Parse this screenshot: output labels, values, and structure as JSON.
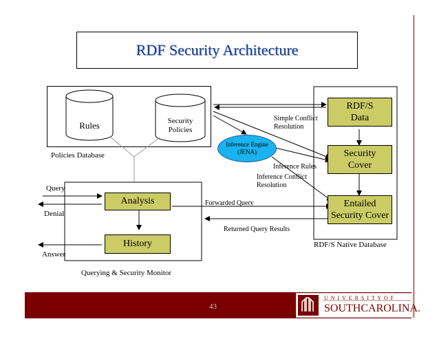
{
  "title": "RDF Security Architecture",
  "policies": {
    "rules_label": "Rules",
    "security_policies_line1": "Security",
    "security_policies_line2": "Policies",
    "database_label": "Policies Database"
  },
  "monitor": {
    "analysis_label": "Analysis",
    "history_label": "History",
    "caption": "Querying & Security Monitor",
    "query_label": "Query",
    "denial_label": "Denial",
    "answer_label": "Answer"
  },
  "inference_engine": {
    "line1": "Inference Engine",
    "line2": "(JENA)"
  },
  "rdf_db": {
    "rdfs_data_line1": "RDF/S",
    "rdfs_data_line2": "Data",
    "security_cover_line1": "Security",
    "security_cover_line2": "Cover",
    "entailed_line1": "Entailed",
    "entailed_line2": "Security Cover",
    "caption": "RDF/S Native Database"
  },
  "edge_labels": {
    "simple_conflict_line1": "Simple Conflict",
    "simple_conflict_line2": "Resolution",
    "inference_rules": "Inference Rules",
    "inference_conflict_line1": "Inference Conflict",
    "inference_conflict_line2": "Resolution",
    "forwarded_query": "Forwarded Query",
    "returned_query_results": "Returned Query Results"
  },
  "footer": {
    "slide_number": "43",
    "logo_top": "U N I V E R S I T Y   O F",
    "logo_bottom_1": "SOUTH",
    "logo_bottom_2": "CAROLINA."
  },
  "colors": {
    "title": "#1a3c8f",
    "box_fill": "#cccc66",
    "engine_fill": "#1ab2ef",
    "footer": "#7a0000"
  }
}
